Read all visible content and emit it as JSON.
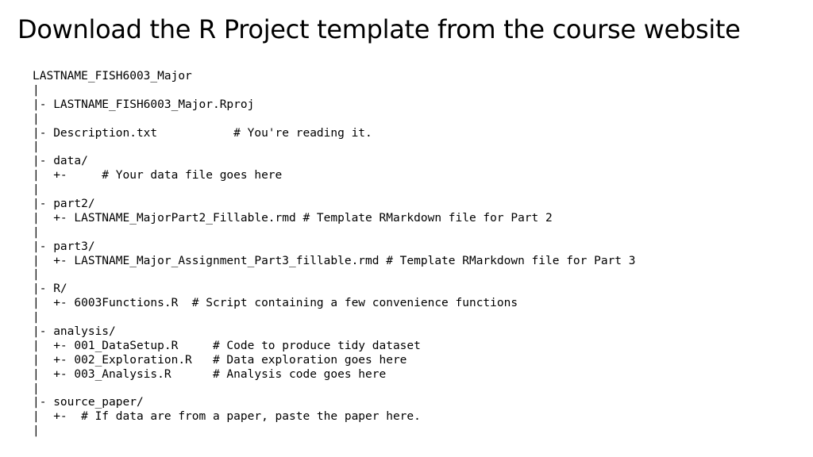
{
  "slide": {
    "title": "Download the R Project template from the course website"
  },
  "tree_lines": [
    "LASTNAME_FISH6003_Major",
    "|",
    "|- LASTNAME_FISH6003_Major.Rproj",
    "|",
    "|- Description.txt           # You're reading it.",
    "|",
    "|- data/",
    "|  +-     # Your data file goes here",
    "|",
    "|- part2/",
    "|  +- LASTNAME_MajorPart2_Fillable.rmd # Template RMarkdown file for Part 2",
    "|",
    "|- part3/",
    "|  +- LASTNAME_Major_Assignment_Part3_fillable.rmd # Template RMarkdown file for Part 3",
    "|",
    "|- R/",
    "|  +- 6003Functions.R  # Script containing a few convenience functions",
    "|",
    "|- analysis/",
    "|  +- 001_DataSetup.R     # Code to produce tidy dataset",
    "|  +- 002_Exploration.R   # Data exploration goes here",
    "|  +- 003_Analysis.R      # Analysis code goes here",
    "|",
    "|- source_paper/",
    "|  +-  # If data are from a paper, paste the paper here.",
    "|"
  ]
}
